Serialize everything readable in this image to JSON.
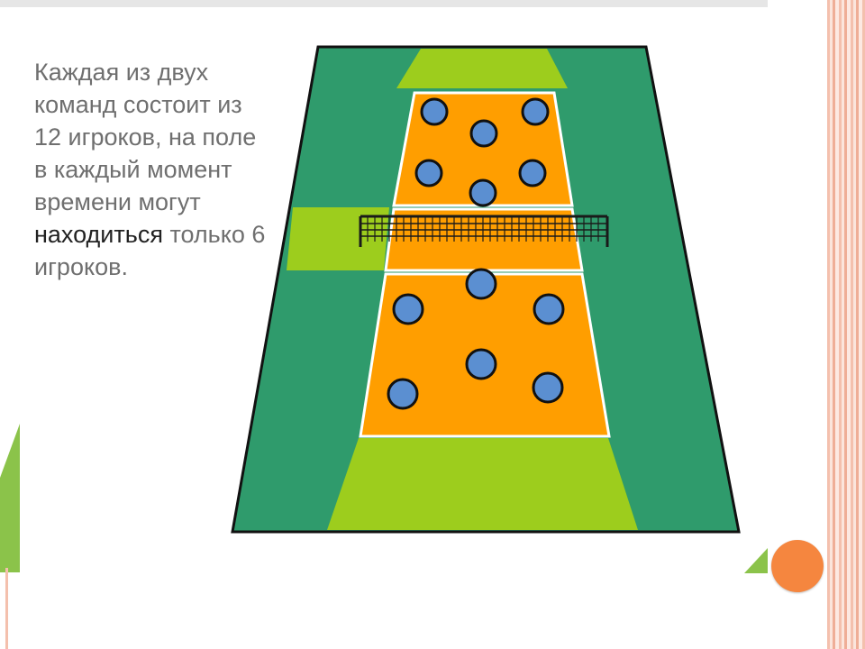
{
  "text": {
    "part1": "Каждая из двух команд состоит из 12 игроков, на поле в каждый момент времени могут ",
    "part2": "находиться",
    "part3": " только 6 игроков."
  },
  "colors": {
    "outer_field": "#2f9b6c",
    "free_zone": "#9dcd1d",
    "court": "#ff9e00",
    "player": "#5b8fd1",
    "accent_orange": "#f5863f",
    "frame_pink": "#f4c0ad"
  },
  "players": {
    "team_top_count": 6,
    "team_bottom_count": 6
  }
}
